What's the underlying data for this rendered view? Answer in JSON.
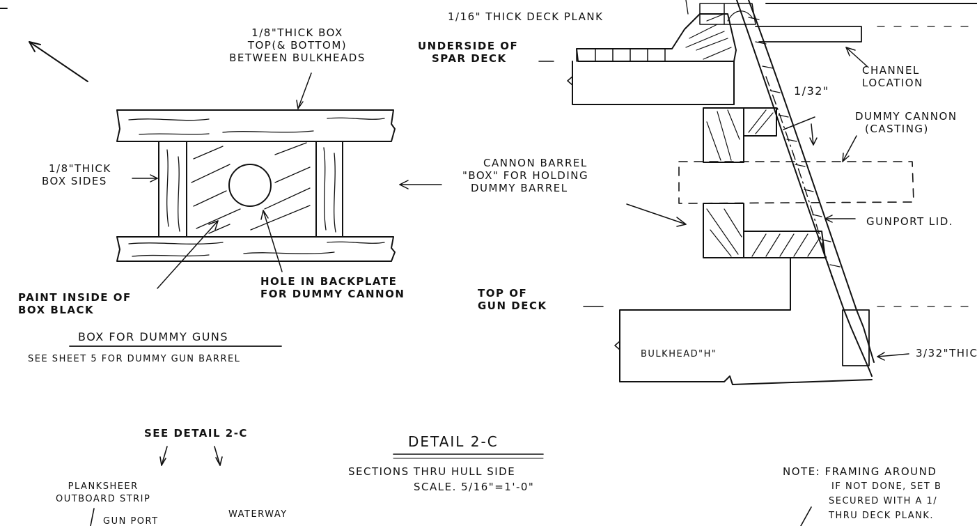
{
  "labels": {
    "box_top": [
      "1/8\"THICK BOX",
      "TOP(& BOTTOM)",
      "BETWEEN BULKHEADS"
    ],
    "box_sides": [
      "1/8\"THICK",
      "BOX SIDES"
    ],
    "paint_inside": [
      "PAINT INSIDE OF",
      "BOX BLACK"
    ],
    "hole": [
      "HOLE IN BACKPLATE",
      "FOR DUMMY CANNON"
    ],
    "box_title": "BOX  FOR DUMMY GUNS",
    "box_note": "SEE SHEET 5 FOR DUMMY GUN BARREL",
    "deck_plank": "1/16\" THICK DECK PLANK",
    "spar_deck": [
      "UNDERSIDE OF",
      "SPAR DECK"
    ],
    "channel": [
      "CHANNEL",
      "LOCATION"
    ],
    "thirty_second": "1/32\"",
    "dummy_cannon": [
      "DUMMY CANNON",
      "(CASTING)"
    ],
    "cannon_box": [
      "CANNON BARREL",
      "\"BOX\" FOR HOLDING",
      "DUMMY BARREL"
    ],
    "gunport_lid": "GUNPORT LID.",
    "gun_deck": [
      "TOP OF",
      "GUN DECK"
    ],
    "bulkhead": "BULKHEAD\"H\"",
    "thick_332": "3/32\"THIC",
    "see_detail": "SEE DETAIL 2-C",
    "detail_title": "DETAIL 2-C",
    "sections": "SECTIONS THRU HULL SIDE",
    "scale": "SCALE. 5/16\"=1'-0\"",
    "planksheer": [
      "PLANKSHEER",
      "OUTBOARD STRIP"
    ],
    "gunport": "GUN PORT",
    "waterway": "WATERWAY",
    "note": [
      "NOTE: FRAMING AROUND",
      "IF NOT DONE, SET B",
      "SECURED WITH A 1/",
      "THRU DECK PLANK."
    ]
  }
}
